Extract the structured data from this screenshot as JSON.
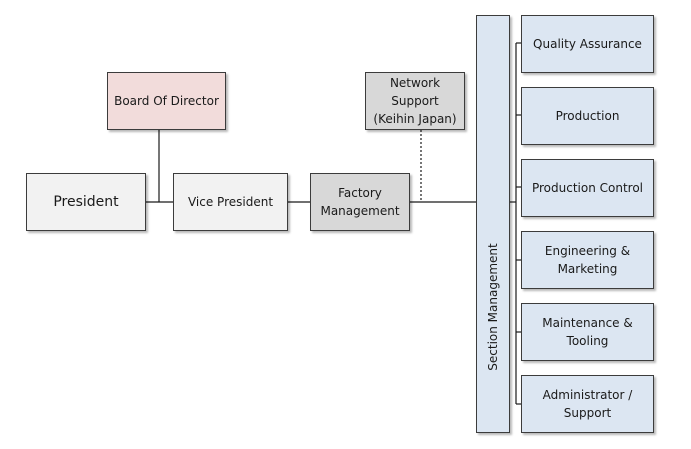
{
  "org_chart": {
    "president": "President",
    "board": "Board Of Director",
    "vice_president": "Vice President",
    "factory_management": "Factory\nManagement",
    "network_support": "Network\nSupport\n(Keihin Japan)",
    "section_management": "Section Management",
    "sections": [
      "Quality Assurance",
      "Production",
      "Production Control",
      "Engineering &\nMarketing",
      "Maintenance &\nTooling",
      "Administrator /\nSupport"
    ]
  },
  "colors": {
    "line": "#1a1a1a",
    "box_border": "#3c3c3c",
    "board_fill": "#f2dcdb",
    "neutral_fill": "#f2f2f2",
    "factory_fill": "#d8d8d8",
    "section_fill": "#dce6f2"
  }
}
